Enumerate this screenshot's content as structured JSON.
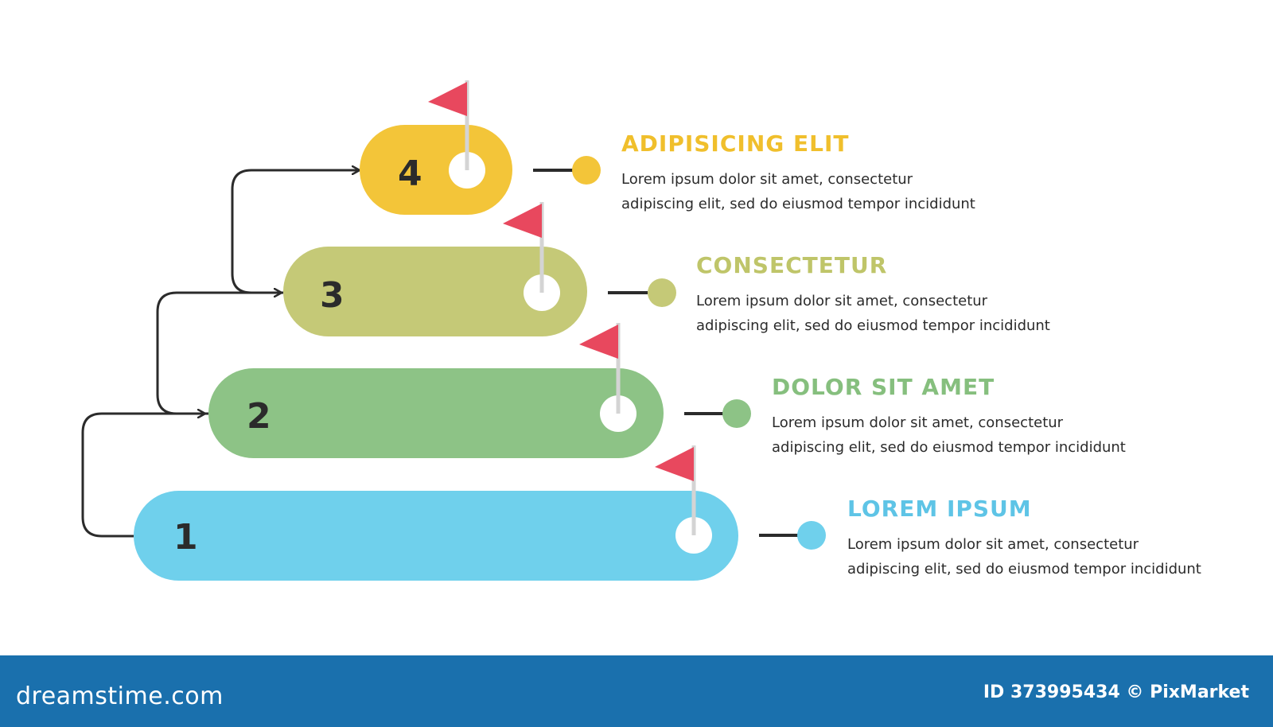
{
  "steps": [
    {
      "number": "1",
      "title": "LOREM IPSUM",
      "line1": "Lorem ipsum dolor sit amet, consectetur",
      "line2": "adipiscing elit, sed do eiusmod tempor incididunt",
      "color": "#6fd0ec",
      "title_color": "#5ec4e6"
    },
    {
      "number": "2",
      "title": "DOLOR SIT AMET",
      "line1": "Lorem ipsum dolor sit amet, consectetur",
      "line2": "adipiscing elit, sed do eiusmod tempor incididunt",
      "color": "#8dc386",
      "title_color": "#86bf7e"
    },
    {
      "number": "3",
      "title": "CONSECTETUR",
      "line1": "Lorem ipsum dolor sit amet, consectetur",
      "line2": "adipiscing elit, sed do eiusmod tempor incididunt",
      "color": "#c5c977",
      "title_color": "#bfc569"
    },
    {
      "number": "4",
      "title": "ADIPISICING ELIT",
      "line1": "Lorem ipsum dolor sit amet, consectetur",
      "line2": "adipiscing elit, sed do eiusmod tempor incididunt",
      "color": "#f3c539",
      "title_color": "#f0bf2c"
    }
  ],
  "flag_color": "#e8485e",
  "pole_color": "#d4d4d4",
  "connector_color": "#2b2b2b",
  "footer": {
    "logo": "dreamstime.com",
    "id_text": "ID 373995434 © PixMarket",
    "background": "#1a70ad"
  }
}
